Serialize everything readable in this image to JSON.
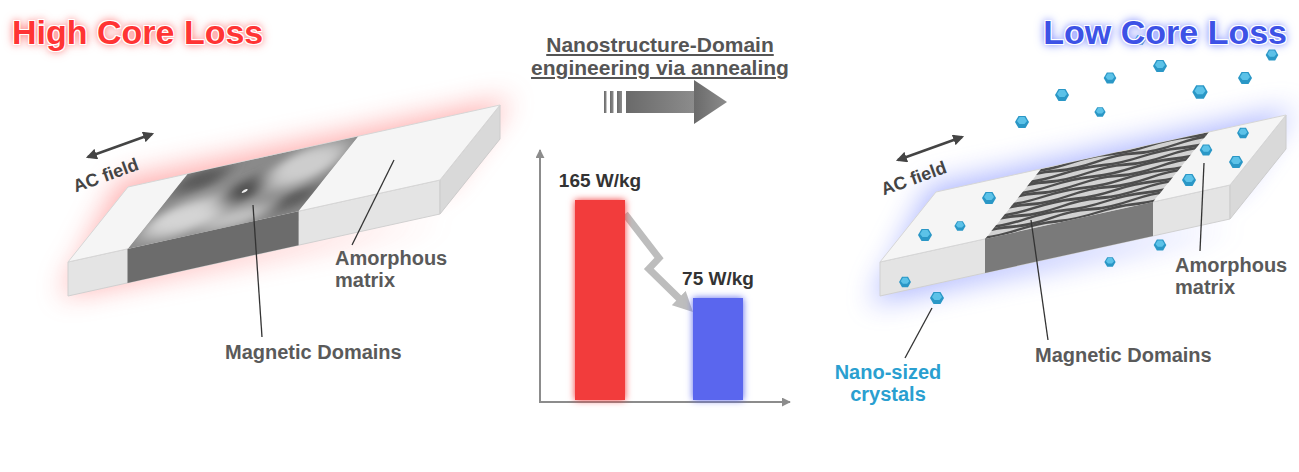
{
  "diagram": {
    "nodes": [
      {
        "text": [
          "165 W/kg"
        ]
      },
      {
        "text": [
          "75 W/kg"
        ]
      }
    ],
    "edges": [
      {
        "from": 0,
        "to": 1,
        "arrow": "to"
      }
    ],
    "labels": [
      "High Core Loss",
      "Low Core Loss",
      "Nanostructure-Domain engineering via annealing",
      "AC field",
      "Amorphous matrix",
      "Magnetic Domains",
      "AC field",
      "Amorphous matrix",
      "Magnetic Domains",
      "Nano-sized crystals"
    ]
  }
}
